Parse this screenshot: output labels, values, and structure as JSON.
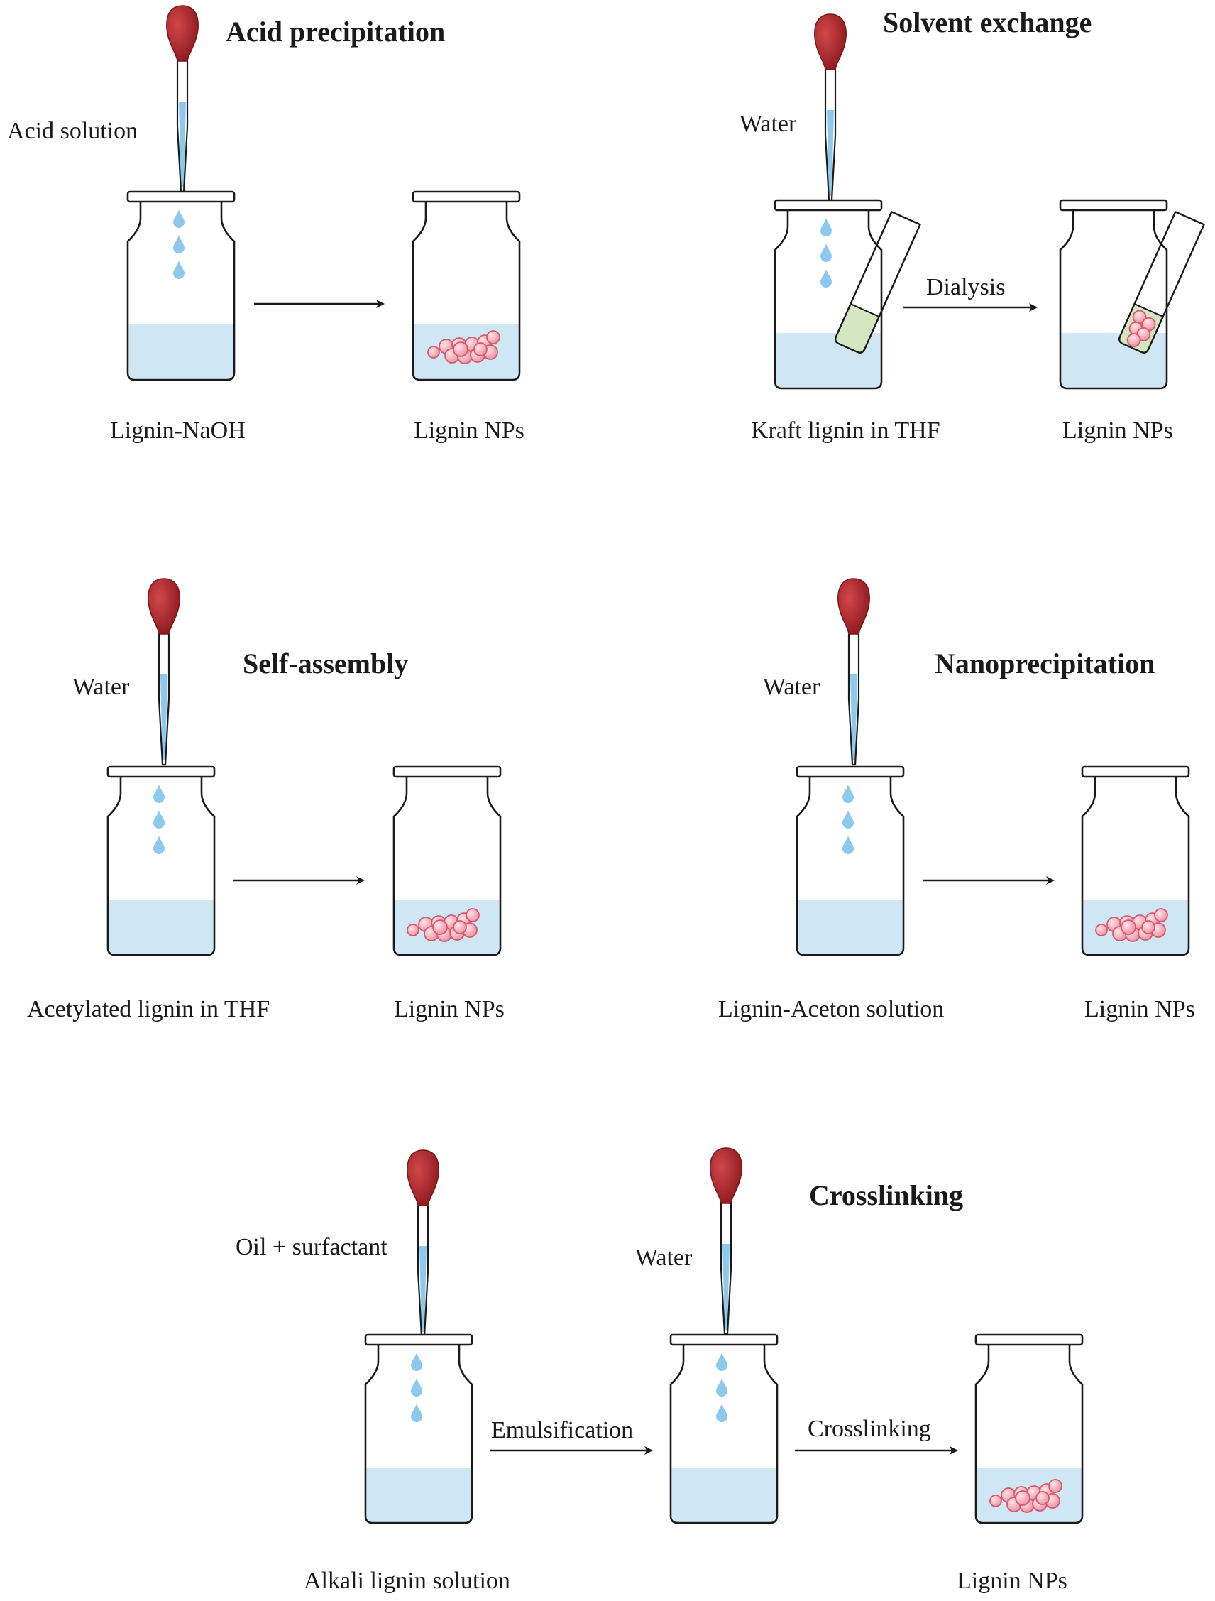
{
  "colors": {
    "liquid": "#cfe7f4",
    "liquid_drop": "#8cc9ec",
    "bulb": "#b3262a",
    "bulb_dark": "#7c1619",
    "particle": "#f4a9b5",
    "particle_edge": "#d45b6e",
    "dialysis_tube": "#d3e6c2",
    "line": "#1a1a1a"
  },
  "icons": [
    "dropper-icon",
    "bottle-icon",
    "arrow-icon",
    "dialysis-tube-icon",
    "nanoparticle-cluster-icon"
  ],
  "sections": {
    "acid_precipitation": {
      "title": "Acid precipitation",
      "reagent": "Acid solution",
      "start": "Lignin-NaOH",
      "product": "Lignin NPs"
    },
    "solvent_exchange": {
      "title": "Solvent exchange",
      "reagent": "Water",
      "step": "Dialysis",
      "start": "Kraft lignin in THF",
      "product": "Lignin NPs"
    },
    "self_assembly": {
      "title": "Self-assembly",
      "reagent": "Water",
      "start": "Acetylated lignin in THF",
      "product": "Lignin NPs"
    },
    "nanoprecipitation": {
      "title": "Nanoprecipitation",
      "reagent": "Water",
      "start": "Lignin-Aceton solution",
      "product": "Lignin NPs"
    },
    "crosslinking": {
      "title": "Crosslinking",
      "reagent1": "Oil + surfactant",
      "reagent2": "Water",
      "step1": "Emulsification",
      "step2": "Crosslinking",
      "start": "Alkali lignin solution",
      "product": "Lignin NPs"
    }
  }
}
